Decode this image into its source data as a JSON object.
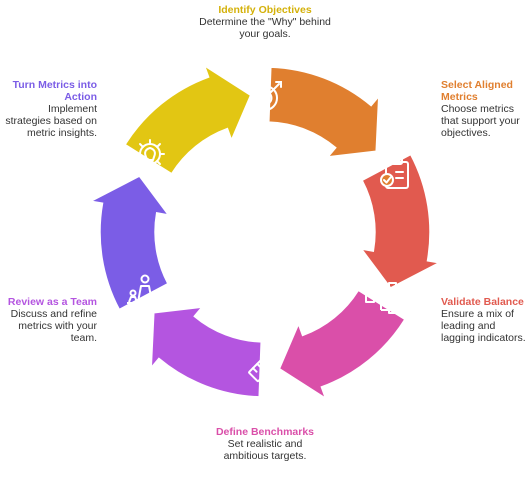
{
  "steps": [
    {
      "title": "Identify Objectives",
      "desc": "Determine the \"Why\" behind your goals.",
      "color": "#e2c613",
      "icon": "target-icon"
    },
    {
      "title": "Select Aligned Metrics",
      "desc": "Choose metrics that support your objectives.",
      "color": "#e07f2f",
      "icon": "clipboard-check-icon"
    },
    {
      "title": "Validate Balance",
      "desc": "Ensure a mix of leading and lagging indicators.",
      "color": "#e15a4f",
      "icon": "hierarchy-icon"
    },
    {
      "title": "Define Benchmarks",
      "desc": "Set realistic and ambitious targets.",
      "color": "#da4fa9",
      "icon": "ruler-icon"
    },
    {
      "title": "Review as a Team",
      "desc": "Discuss and refine metrics with your team.",
      "color": "#b455e0",
      "icon": "team-icon"
    },
    {
      "title": "Turn Metrics into Action",
      "desc": "Implement strategies based on metric insights.",
      "color": "#7b5de6",
      "icon": "gear-bulb-icon"
    }
  ]
}
